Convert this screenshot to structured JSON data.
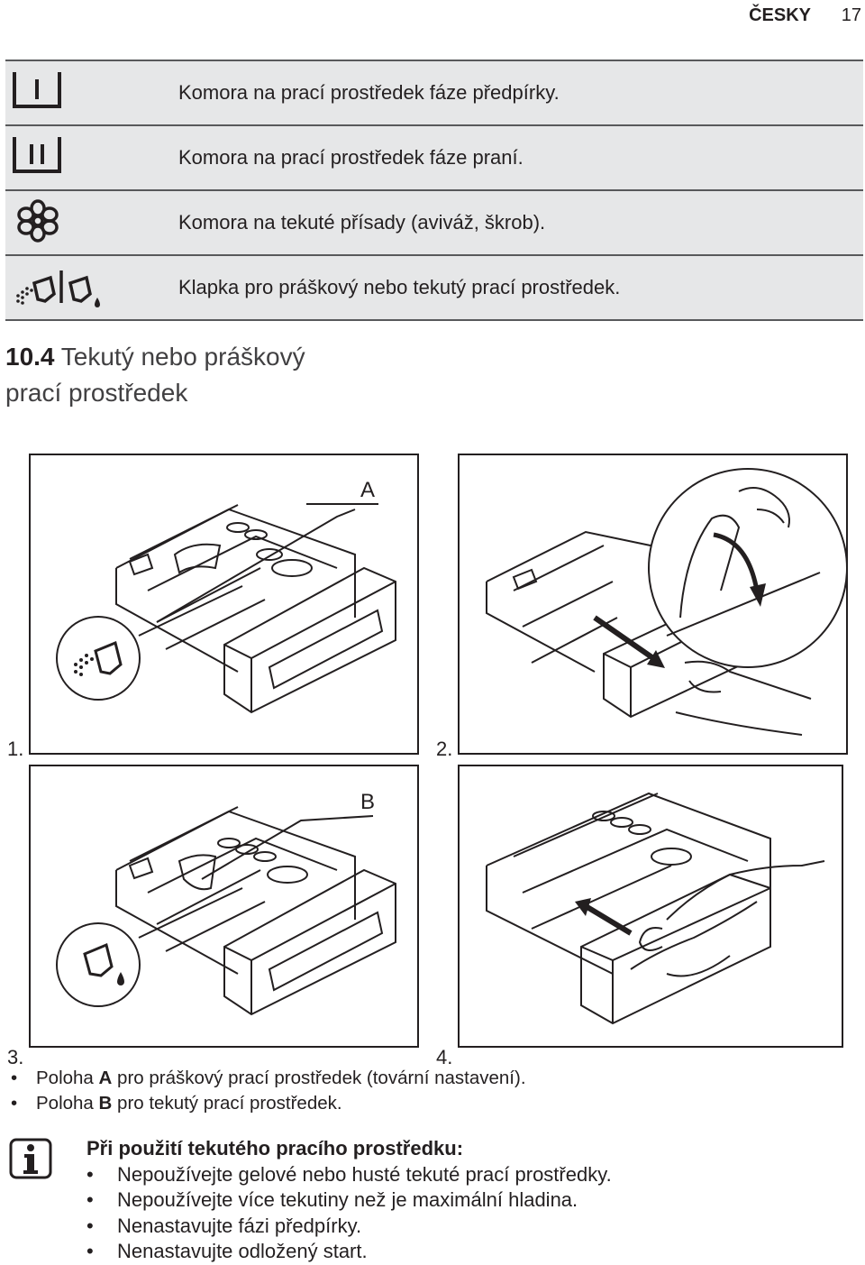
{
  "header": {
    "language": "ČESKY",
    "page_number": "17"
  },
  "legend": [
    {
      "icon": "prewash-compartment-icon",
      "text": "Komora na prací prostředek fáze předpírky."
    },
    {
      "icon": "main-wash-compartment-icon",
      "text": "Komora na prací prostředek fáze praní."
    },
    {
      "icon": "flower-softener-icon",
      "text": "Komora na tekuté přísady (aviváž, škrob)."
    },
    {
      "icon": "powder-liquid-flap-icon",
      "text": "Klapka pro práškový nebo tekutý prací prostředek."
    }
  ],
  "section": {
    "number": "10.4",
    "title_line1": "Tekutý nebo práškový",
    "title_line2": "prací prostředek"
  },
  "figures": [
    {
      "step": "1.",
      "callout": "A"
    },
    {
      "step": "2."
    },
    {
      "step": "3.",
      "callout": "B"
    },
    {
      "step": "4."
    }
  ],
  "bullets": [
    {
      "pre": "Poloha ",
      "bold": "A",
      "post": " pro práškový prací prostředek (tovární nastavení)."
    },
    {
      "pre": "Poloha ",
      "bold": "B",
      "post": " pro tekutý prací prostředek."
    }
  ],
  "note": {
    "title": "Při použití tekutého pracího prostředku:",
    "items": [
      "Nepoužívejte gelové nebo husté tekuté prací prostředky.",
      "Nepoužívejte více tekutiny než je maximální hladina.",
      "Nenastavujte fázi předpírky.",
      "Nenastavujte odložený start."
    ]
  },
  "bullet_glyph": "•"
}
